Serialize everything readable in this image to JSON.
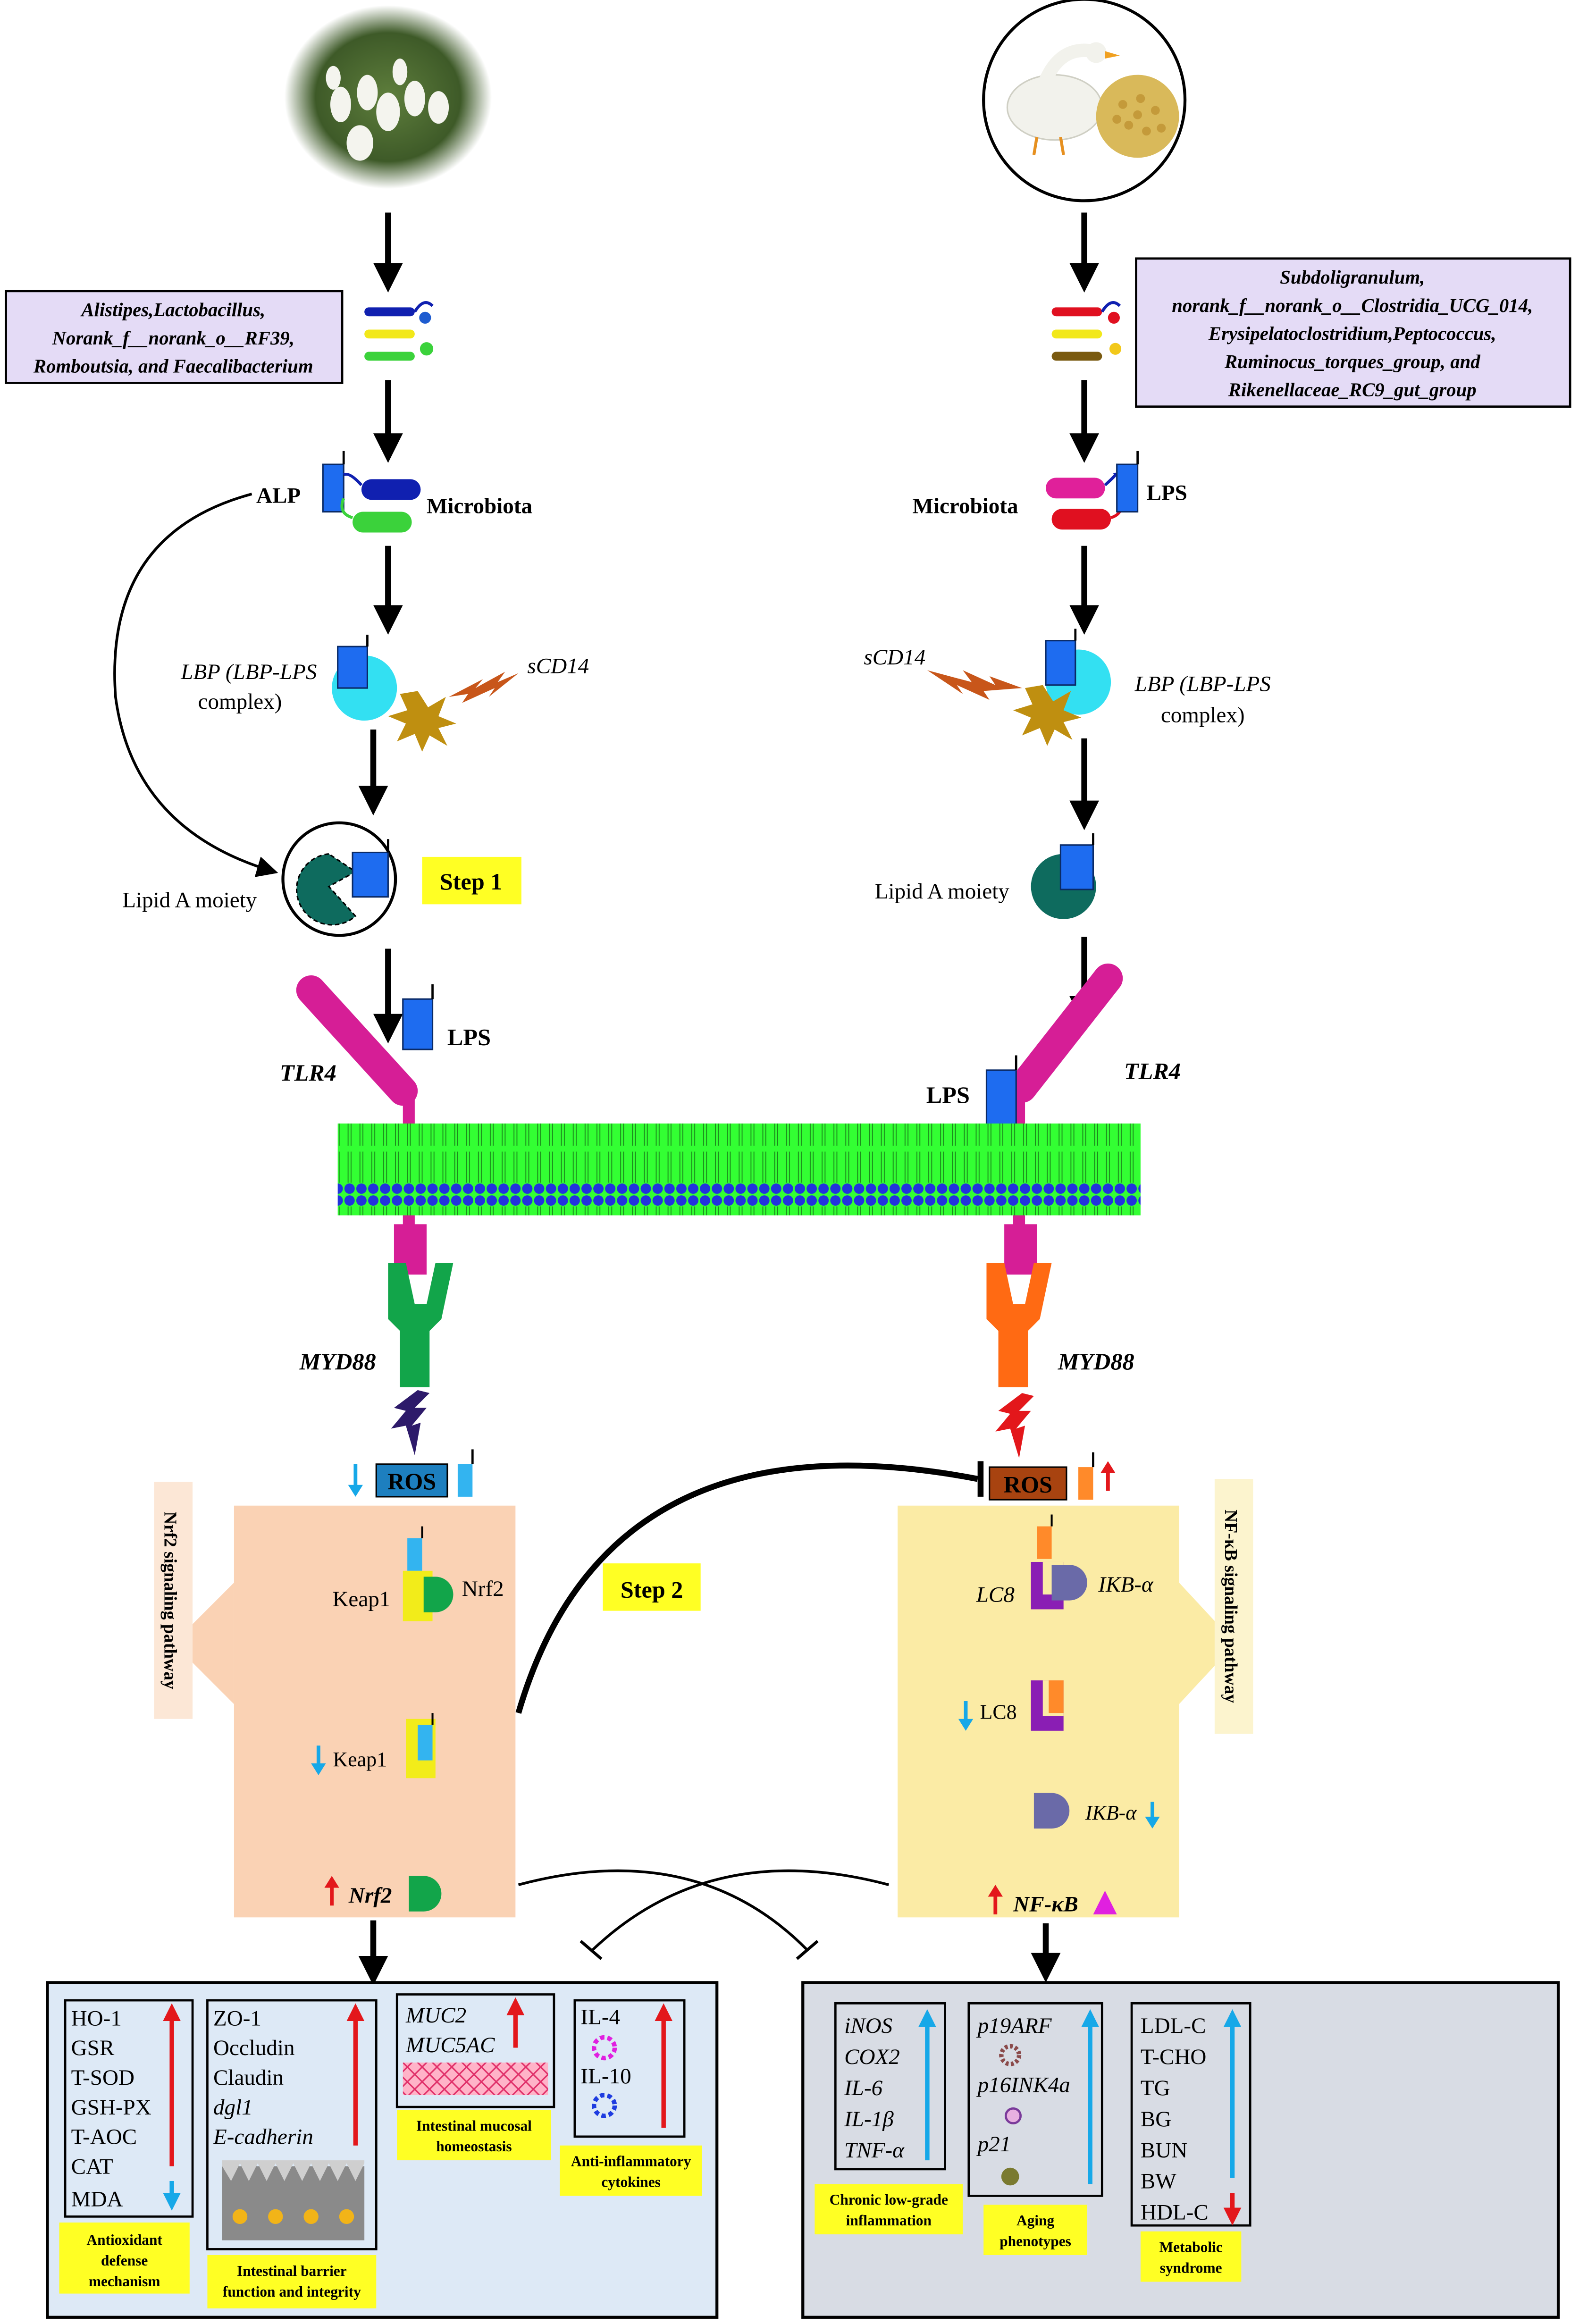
{
  "colors": {
    "left_panel_bg": "#FAD2B4",
    "right_panel_bg": "#FBEBA5",
    "bottom_box_bg": "#DDE9F6",
    "bottom_box_right_bg": "#D8DCE4",
    "taxa_box_bg": "#E4DBF6",
    "step_label_bg": "#FFFF24",
    "membrane_green": "#33FF33",
    "membrane_blue": "#2233DD",
    "tlr4_magenta": "#D61E96",
    "myd88_left": "#12A54A",
    "myd88_right": "#FF6A13",
    "lps_blue": "#1E6CF0",
    "ros_left": "#1D7FBF",
    "ros_right": "#A84310",
    "up_red": "#E3171B",
    "down_cyan": "#16A8E8"
  },
  "top": {
    "taxa_left": [
      "Alistipes,Lactobacillus,",
      "Norank_f__norank_o__RF39,",
      "Romboutsia, and Faecalibacterium"
    ],
    "taxa_right": [
      "Subdoligranulum,",
      "norank_f__norank_o__Clostridia_UCG_014,",
      "Erysipelatoclostridium,Peptococcus,",
      "Ruminocus_torques_group, and",
      "Rikenellaceae_RC9_gut_group"
    ]
  },
  "left_path": {
    "alp_label": "ALP",
    "microbiota_label": "Microbiota",
    "lbp_label_1": "LBP (LBP-LPS",
    "lbp_label_2": "complex)",
    "scd14_label": "sCD14",
    "lipid_label": "Lipid A moiety",
    "step1": "Step 1",
    "lps_label": "LPS",
    "tlr4_label": "TLR4",
    "myd88_label": "MYD88",
    "ros_label": "ROS",
    "pathway_label": "Nrf2 signaling pathway",
    "keap1_label": "Keap1",
    "nrf2_label": "Nrf2",
    "keap1_down_label": "Keap1",
    "nrf2_up_label": "Nrf2"
  },
  "right_path": {
    "microbiota_label": "Microbiota",
    "lps_label": "LPS",
    "scd14_label": "sCD14",
    "lbp_label_1": "LBP (LBP-LPS",
    "lbp_label_2": "complex)",
    "lipid_label": "Lipid A moiety",
    "lps_label_2": "LPS",
    "tlr4_label": "TLR4",
    "myd88_label": "MYD88",
    "ros_label": "ROS",
    "pathway_label": "NF-κB signaling pathway",
    "lc8_label": "LC8",
    "ikb_label": "IKB-α",
    "lc8_down_label": "LC8",
    "ikb_down_label": "IKB-α",
    "nfkb_label": "NF-κB"
  },
  "step2": "Step 2",
  "bottom_left": {
    "antioxidant_items": [
      "HO-1",
      "GSR",
      "T-SOD",
      "GSH-PX",
      "T-AOC",
      "CAT",
      "MDA"
    ],
    "antioxidant_caption": [
      "Antioxidant",
      "defense",
      "mechanism"
    ],
    "barrier_items": [
      "ZO-1",
      "Occludin",
      "Claudin",
      "dgl1",
      "E-cadherin"
    ],
    "barrier_caption": [
      "Intestinal barrier",
      "function and integrity"
    ],
    "mucosal_items": [
      "MUC2",
      "MUC5AC"
    ],
    "mucosal_caption": [
      "Intestinal mucosal",
      "homeostasis"
    ],
    "cytokine_items": [
      "IL-4",
      "IL-10"
    ],
    "cytokine_caption": [
      "Anti-inflammatory",
      "cytokines"
    ]
  },
  "bottom_right": {
    "inflammation_items": [
      "iNOS",
      "COX2",
      "IL-6",
      "IL-1β",
      "TNF-α"
    ],
    "inflammation_caption": [
      "Chronic low-grade",
      "inflammation"
    ],
    "aging_items": [
      "p19ARF",
      "p16INK4a",
      "p21"
    ],
    "aging_caption": [
      "Aging",
      "phenotypes"
    ],
    "metabolic_items": [
      "LDL-C",
      "T-CHO",
      "TG",
      "BG",
      "BUN",
      "BW",
      "HDL-C"
    ],
    "metabolic_caption": [
      "Metabolic",
      "syndrome"
    ]
  }
}
